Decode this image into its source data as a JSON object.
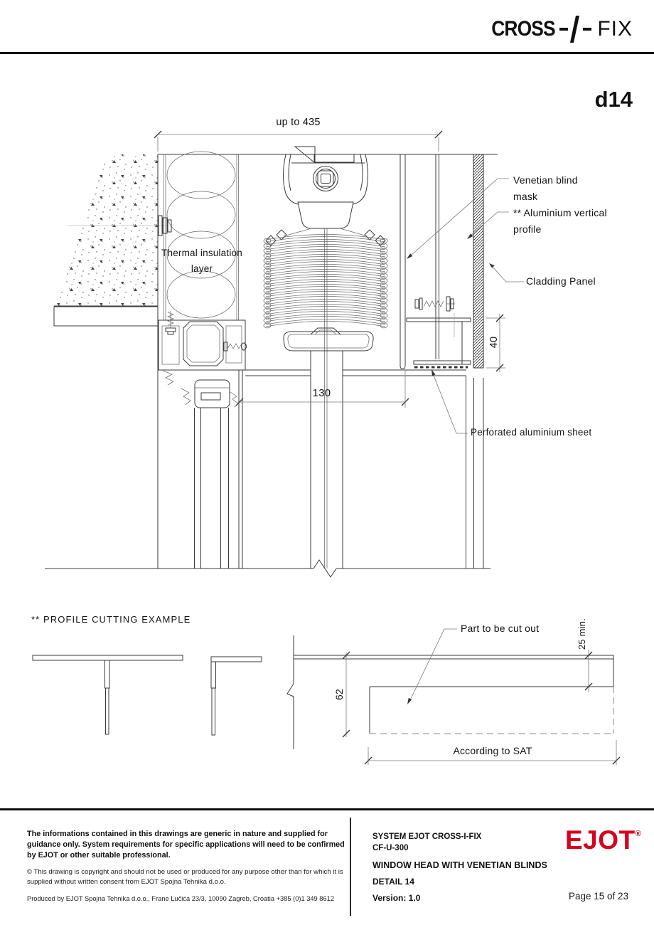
{
  "header": {
    "brand_left": "CROSS",
    "brand_right": "FIX",
    "detail_id": "d14"
  },
  "drawing": {
    "dim_top": "up to 435",
    "thermal_line1": "Thermal insulation",
    "thermal_line2": "layer",
    "venetian_line1": "Venetian blind",
    "venetian_line2": "mask",
    "alu_line1": "** Aluminium vertical",
    "alu_line2": "profile",
    "cladding": "Cladding Panel",
    "dim_40": "40",
    "perforated": "Perforated aluminium sheet",
    "dim_130": "130"
  },
  "cutting": {
    "title": "** PROFILE CUTTING EXAMPLE",
    "part": "Part to be cut out",
    "dim_25": "25 min.",
    "dim_62": "62",
    "sat": "According to SAT"
  },
  "footer": {
    "disclaimer": "The informations contained in this drawings are generic in nature and supplied for guidance only. System requirements for specific applications will need to be confirmed by EJOT or other suitable professional.",
    "copyright": "© This drawing is copyright and should not be used or produced for any purpose other than for which it is supplied without written consent from EJOT Spojna Tehnika d.o.o.",
    "produced": "Produced by EJOT Spojna Tehnika d.o.o., Frane Lučića 23/3, 10090 Zagreb, Croatia +385 (0)1 349 8612",
    "system": "SYSTEM EJOT CROSS-I-FIX",
    "code": "CF-U-300",
    "title": "WINDOW HEAD WITH VENETIAN BLINDS",
    "detail": "DETAIL 14",
    "version": "Version: 1.0",
    "page": "Page 15 of 23",
    "logo_text": "EJOT",
    "logo_reg": "®",
    "logo_color": "#D6001F"
  }
}
